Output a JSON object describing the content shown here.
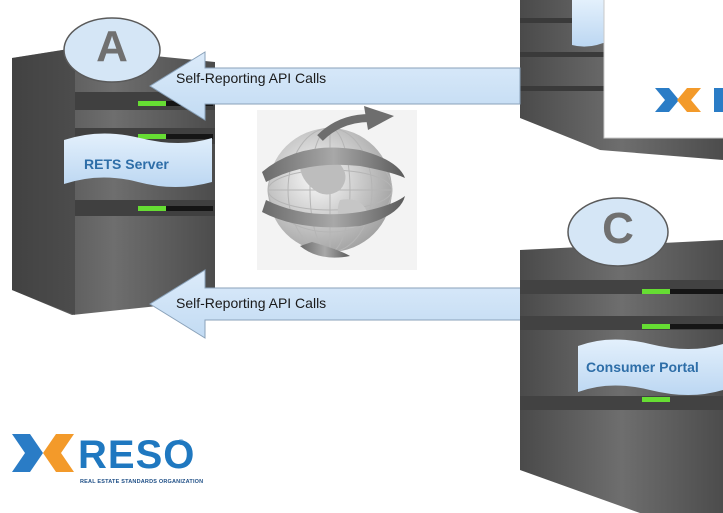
{
  "diagram": {
    "servers": {
      "a": {
        "letter": "A",
        "label": "RETS Server"
      },
      "c": {
        "letter": "C",
        "label": "Consumer Portal"
      }
    },
    "arrows": {
      "top": {
        "label": "Self-Reporting API Calls"
      },
      "bottom": {
        "label": "Self-Reporting API Calls"
      }
    },
    "logo": {
      "wordmark": "RESO",
      "registered": "®",
      "tagline": "REAL ESTATE STANDARDS ORGANIZATION"
    }
  },
  "colors": {
    "banner_fill": "#cfe3f8",
    "arrow_fill": "#cfe3f8",
    "server_body": "#5f5f5f",
    "led_green": "#66dd33",
    "letter_bubble": "#d5e6f6",
    "reso_blue": "#1f78c0",
    "reso_orange": "#f39a2a"
  }
}
